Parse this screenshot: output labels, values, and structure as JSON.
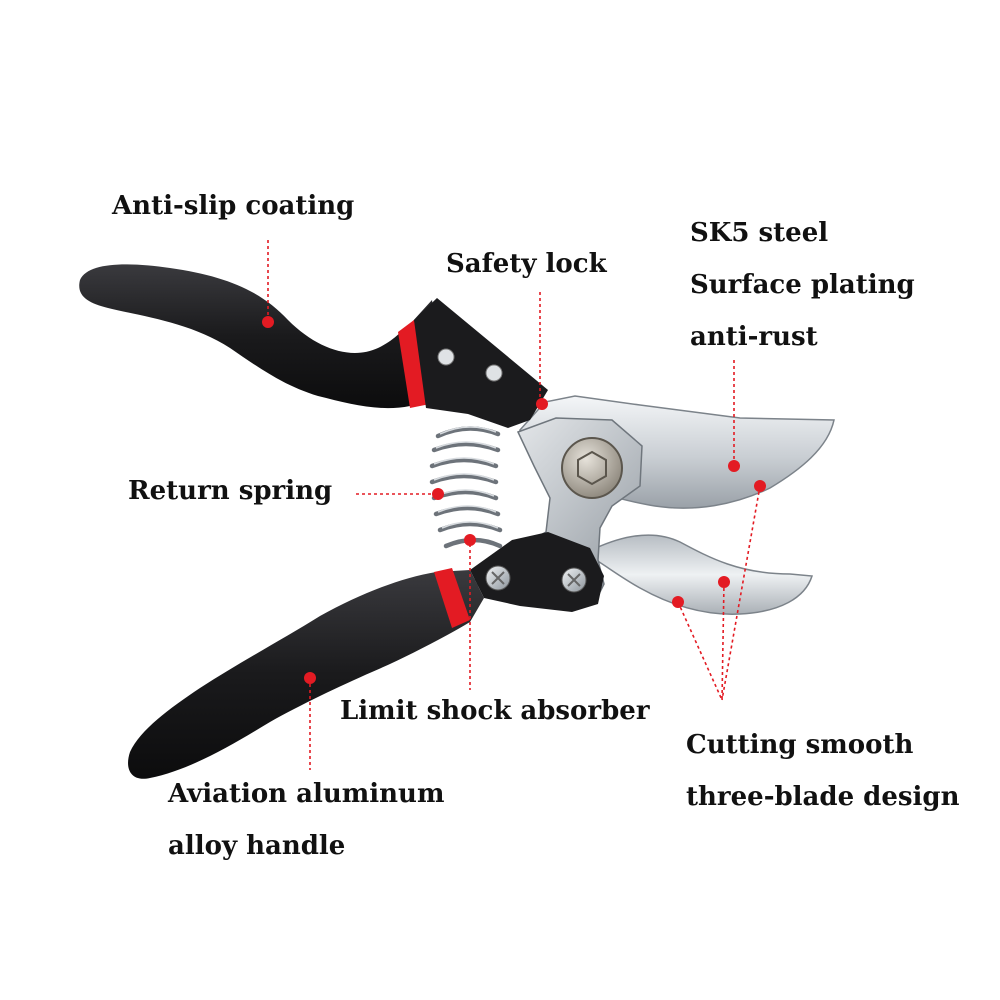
{
  "colors": {
    "accent": "#e31b23",
    "handle": "#1c1c1e",
    "blade": "#d9dde1",
    "text": "#111111"
  },
  "labels": {
    "anti_slip": "Anti-slip coating",
    "safety_lock": "Safety lock",
    "sk5_line1": "SK5 steel",
    "sk5_line2": "Surface plating",
    "sk5_line3": "anti-rust",
    "return_spring": "Return spring",
    "limit_shock": "Limit shock absorber",
    "aviation_line1": "Aviation aluminum",
    "aviation_line2": "alloy handle",
    "cutting_line1": "Cutting smooth",
    "cutting_line2": "three-blade design"
  }
}
